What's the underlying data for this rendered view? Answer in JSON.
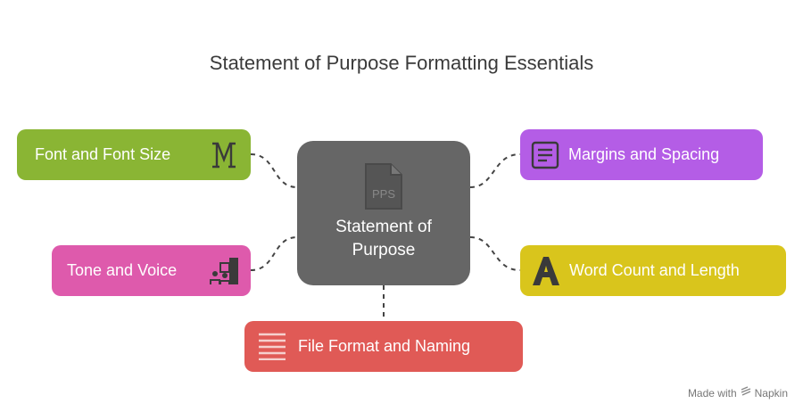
{
  "title": "Statement of Purpose Formatting Essentials",
  "center": {
    "label_line1": "Statement of",
    "label_line2": "Purpose",
    "doc_text": "PPS"
  },
  "nodes": [
    {
      "label": "Font and Font Size",
      "icon": "font-m-icon",
      "color": "#8ab534"
    },
    {
      "label": "Margins and Spacing",
      "icon": "document-lines-icon",
      "color": "#b45de6"
    },
    {
      "label": "Tone and Voice",
      "icon": "tone-people-icon",
      "color": "#de5aac"
    },
    {
      "label": "Word Count and Length",
      "icon": "letter-a-icon",
      "color": "#d9c51c"
    },
    {
      "label": "File Format and Naming",
      "icon": "text-lines-icon",
      "color": "#e05a56"
    }
  ],
  "footer": {
    "text": "Made with",
    "brand": "Napkin"
  }
}
